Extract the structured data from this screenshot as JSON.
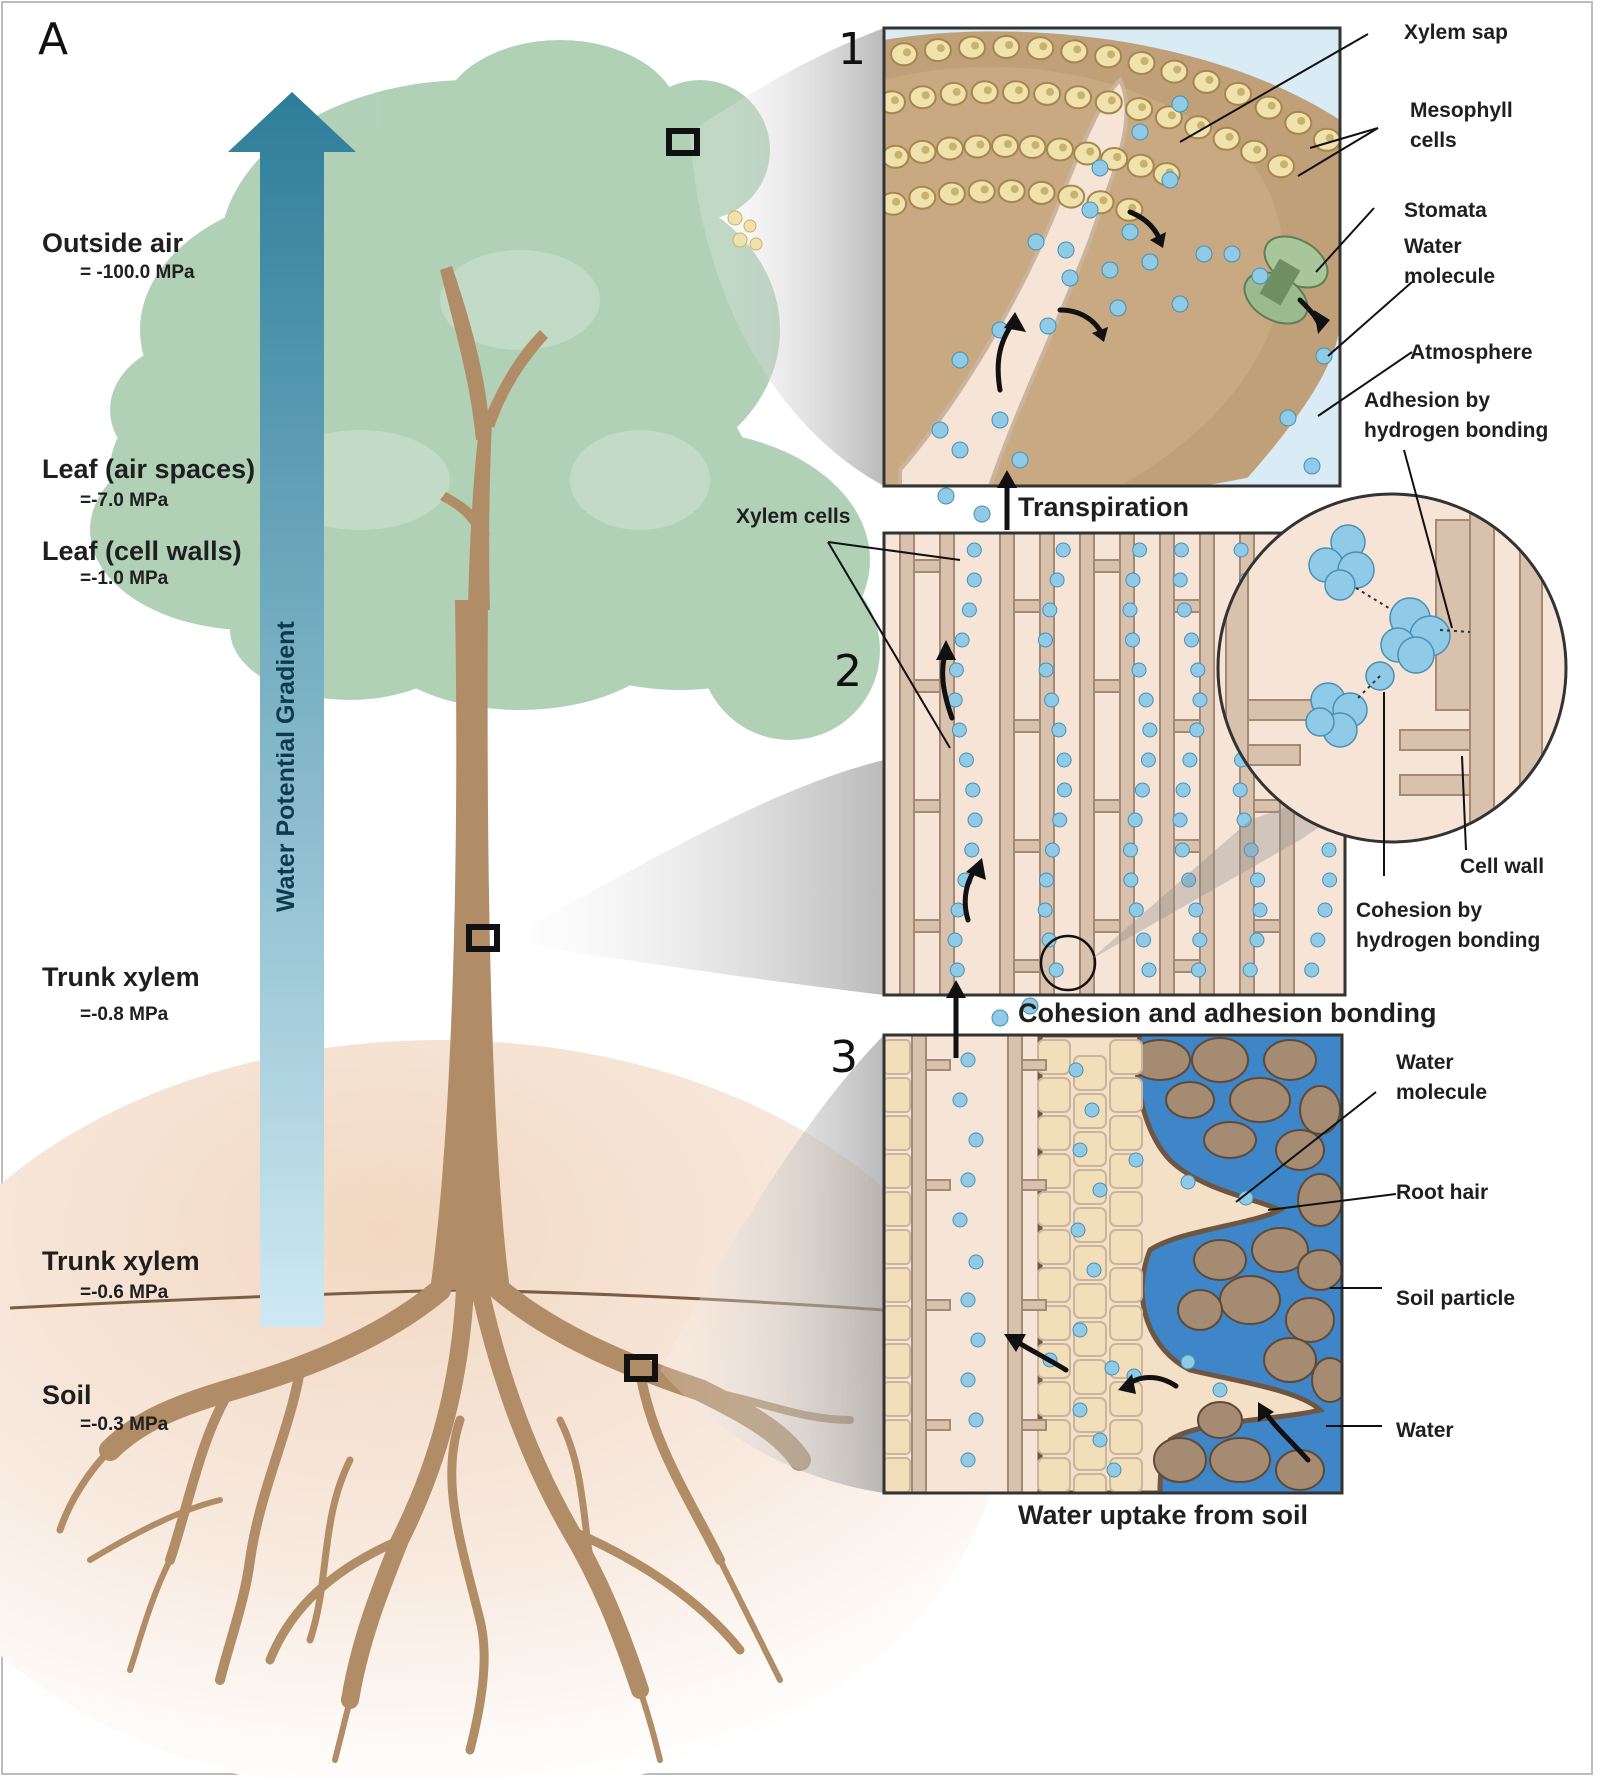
{
  "figure_letter": "A",
  "gradient_label": "Water Potential Gradient",
  "left_labels": [
    {
      "title": "Outside air",
      "value": "= -100.0 MPa"
    },
    {
      "title": "Leaf (air spaces)",
      "value": "=-7.0 MPa"
    },
    {
      "title": "Leaf (cell walls)",
      "value": "=-1.0 MPa"
    },
    {
      "title": "Trunk xylem",
      "value": "=-0.8 MPa"
    },
    {
      "title": "Trunk xylem",
      "value": "=-0.6 MPa"
    },
    {
      "title": "Soil",
      "value": "=-0.3 MPa"
    }
  ],
  "panels": [
    {
      "number": "1",
      "caption": "Transpiration"
    },
    {
      "number": "2",
      "caption": "Cohesion and adhesion bonding"
    },
    {
      "number": "3",
      "caption": "Water uptake from soil"
    }
  ],
  "callouts": {
    "xylem_sap": "Xylem sap",
    "mesophyll_cells": "Mesophyll\ncells",
    "stomata": "Stomata",
    "water_molecule_1": "Water\nmolecule",
    "atmosphere": "Atmosphere",
    "adhesion": "Adhesion by\nhydrogen bonding",
    "xylem_cells": "Xylem cells",
    "cell_wall": "Cell wall",
    "cohesion": "Cohesion by\nhydrogen bonding",
    "water_molecule_3": "Water\nmolecule",
    "root_hair": "Root hair",
    "soil_particle": "Soil particle",
    "water": "Water"
  },
  "colors": {
    "foliage": "#a9cdb0",
    "trunk": "#b08d66",
    "soil": "#f5e3d4",
    "cell_fill": "#f6e4d6",
    "cell_wall": "#cbb49e",
    "mesophyll": "#bfa078",
    "water_drop": "#8fcae6",
    "soil_water": "#3f86c9",
    "soil_rock": "#a48b72",
    "arrow_top": "#2d7d9a",
    "arrow_bottom": "#c7e6f0"
  }
}
